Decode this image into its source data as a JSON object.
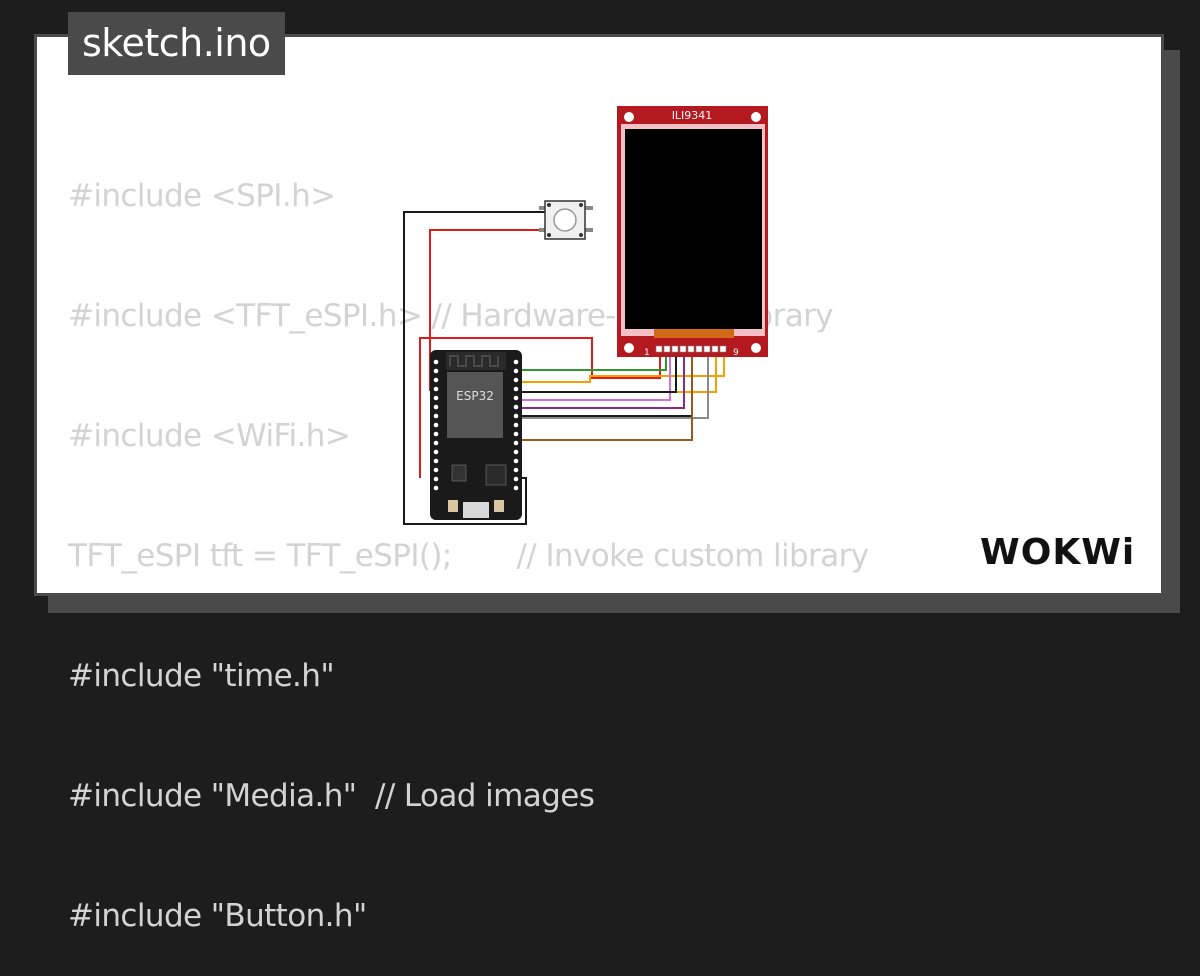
{
  "tab": {
    "title": "sketch.ino"
  },
  "code": {
    "lines": [
      "#include <SPI.h>",
      "#include <TFT_eSPI.h> // Hardware-specific library",
      "#include <WiFi.h>",
      "",
      "#include \"time.h\"",
      "#include \"Media.h\"  // Load images",
      "#include \"Button.h\""
    ],
    "last_line": "TFT_eSPI tft = TFT_eSPI();       // Invoke custom library"
  },
  "diagram": {
    "display_label": "ILI9341",
    "display_pin_start": "1",
    "display_pin_end": "9",
    "board_label": "ESP32",
    "wire_colors": {
      "red": "#e01b1b",
      "black": "#1a1a1a",
      "green": "#2e9a2e",
      "orange": "#f5a000",
      "violet": "#d070e0",
      "purple": "#8a2a8a",
      "gray": "#8a8a8a",
      "brown": "#9a5a1a"
    },
    "display_color": "#b3191e",
    "board_color": "#1a1a1a"
  },
  "brand": {
    "logo": "WOKWi"
  }
}
